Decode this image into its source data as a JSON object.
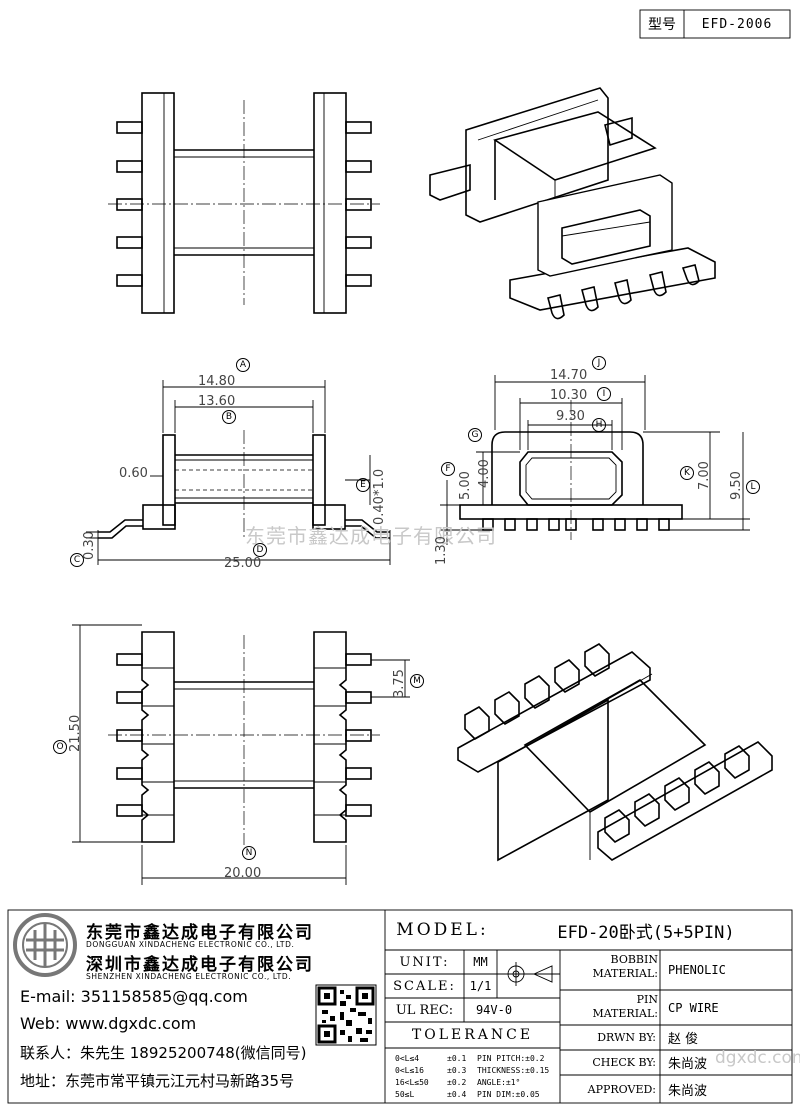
{
  "header": {
    "model_label": "型号",
    "model_value": "EFD-2006"
  },
  "watermark": "东莞市鑫达成电子有限公司",
  "dims": {
    "a": "14.80",
    "b": "13.60",
    "c": "0.60",
    "d": "0.30",
    "e": "0.40*1.0",
    "f": "25.00",
    "g": "14.70",
    "h": "10.30",
    "i": "9.30",
    "j": "5.00",
    "k": "4.00",
    "l": "1.30",
    "m": "7.00",
    "n": "9.50",
    "o": "3.75",
    "p": "21.50",
    "q": "20.00"
  },
  "circles": {
    "A": "A",
    "B": "B",
    "C": "C",
    "D": "D",
    "E": "E",
    "F": "F",
    "G": "G",
    "H": "H",
    "I": "I",
    "J": "J",
    "K": "K",
    "L": "L",
    "M": "M",
    "N": "N",
    "O": "O"
  },
  "company": {
    "name_cn_1": "东莞市鑫达成电子有限公司",
    "name_en_1": "DONGGUAN XINDACHENG ELECTRONIC CO., LTD.",
    "name_cn_2": "深圳市鑫达成电子有限公司",
    "name_en_2": "SHENZHEN XINDACHENG ELECTRONIC CO., LTD.",
    "email": "E-mail: 351158585@qq.com",
    "web": "Web: www.dgxdc.com",
    "contact": "联系人：朱先生 18925200748(微信同号)",
    "address": "地址：东莞市常平镇元江元村马新路35号"
  },
  "title_block": {
    "model_label": "MODEL:",
    "model_value": "EFD-20卧式(5+5PIN)",
    "unit_label": "UNIT:",
    "unit_value": "MM",
    "scale_label": "SCALE:",
    "scale_value": "1/1",
    "ul_label": "UL REC:",
    "ul_value": "94V-0",
    "tolerance_label": "TOLERANCE",
    "bobbin_label_1": "BOBBIN",
    "bobbin_label_2": "MATERIAL:",
    "bobbin_value": "PHENOLIC",
    "pin_label_1": "PIN",
    "pin_label_2": "MATERIAL:",
    "pin_value": "CP WIRE",
    "drawn_label": "DRWN BY:",
    "drawn_value": "赵 俊",
    "check_label": "CHECK BY:",
    "check_value": "朱尚波",
    "approved_label": "APPROVED:",
    "approved_value": "朱尚波",
    "tol_rows": [
      {
        "range": "0<L≤4",
        "val": "±0.1",
        "item": "PIN PITCH:±0.2"
      },
      {
        "range": "0<L≤16",
        "val": "±0.3",
        "item": "THICKNESS:±0.15"
      },
      {
        "range": "16<L≤50",
        "val": "±0.2",
        "item": "ANGLE:±1°"
      },
      {
        "range": "50≤L",
        "val": "±0.4",
        "item": "PIN DIM:±0.05"
      }
    ],
    "corner_mark": "dgxdc.com"
  }
}
